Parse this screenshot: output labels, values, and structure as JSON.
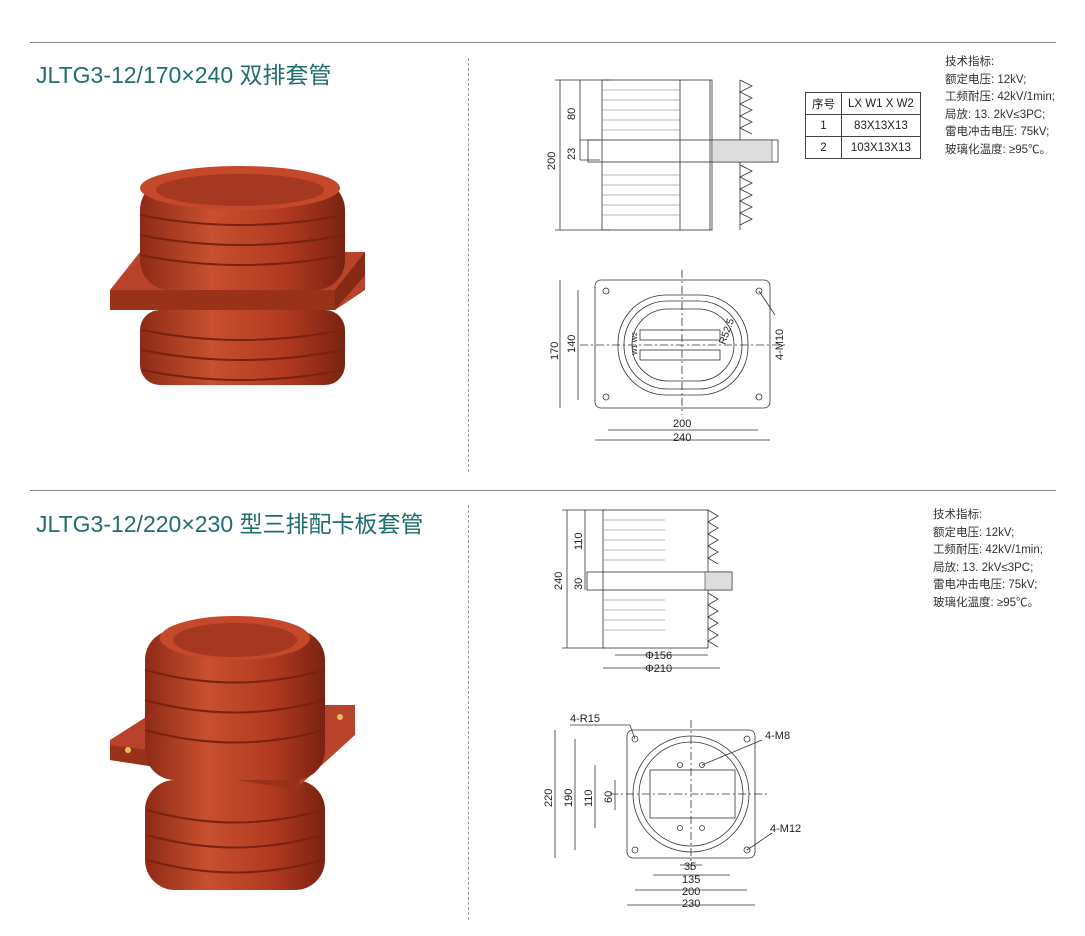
{
  "sections": [
    {
      "title": "JLTG3-12/170×240 双排套管",
      "table": {
        "headers": [
          "序号",
          "LX W1 X W2"
        ],
        "rows": [
          [
            "1",
            "83X13X13"
          ],
          [
            "2",
            "103X13X13"
          ]
        ]
      },
      "specs": [
        "技术指标:",
        "额定电压: 12kV;",
        "工频耐压: 42kV/1min;",
        "局放: 13. 2kV≤3PC;",
        "雷电冲击电压: 75kV;",
        "玻璃化温度: ≥95℃。"
      ],
      "side_dims": {
        "total": "200",
        "upper": "80",
        "flange": "23"
      },
      "plan_dims": {
        "h_outer": "170",
        "h_inner": "140",
        "w_inner": "200",
        "w_outer": "240",
        "radius": "R52.5",
        "bolts": "4-M10",
        "slot": "W1 W2"
      }
    },
    {
      "title": "JLTG3-12/220×230 型三排配卡板套管",
      "specs": [
        "技术指标:",
        "额定电压: 12kV;",
        "工频耐压: 42kV/1min;",
        "局放: 13. 2kV≤3PC;",
        "雷电冲击电压: 75kV;",
        "玻璃化温度: ≥95℃。"
      ],
      "side_dims": {
        "total": "240",
        "upper": "110",
        "flange": "30",
        "d_inner": "Φ156",
        "d_outer": "Φ210"
      },
      "plan_dims": {
        "corner": "4-R15",
        "m8": "4-M8",
        "m12": "4-M12",
        "h_outer": "220",
        "h2": "190",
        "h3": "110",
        "h4": "60",
        "w1": "35",
        "w2": "135",
        "w3": "200",
        "w4": "230"
      }
    }
  ],
  "colors": {
    "title": "#1f6d6d",
    "product": "#b53a22"
  }
}
